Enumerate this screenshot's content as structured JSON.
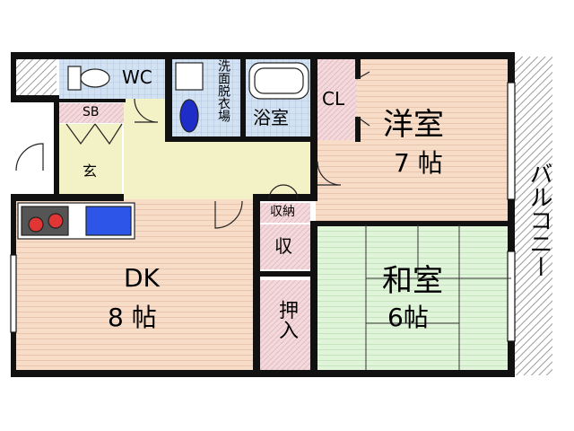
{
  "floorplan": {
    "colors": {
      "wall": "#111111",
      "western_room": "#f7dcc8",
      "japanese_room": "#dff4d8",
      "dk": "#f7dcc8",
      "entry": "#f3f1c6",
      "wet_area": "#d3e2f3",
      "storage": "#f3d9dc",
      "balcony": "#cfcfcf"
    },
    "rooms": {
      "wc": {
        "label": "WC"
      },
      "washroom": {
        "label": "洗面脱衣場"
      },
      "bath": {
        "label": "浴室"
      },
      "closet": {
        "label": "CL"
      },
      "western": {
        "name": "洋室",
        "size": "7 帖"
      },
      "balcony": {
        "label": "バルコニー"
      },
      "shoebox": {
        "label": "SB"
      },
      "entrance": {
        "label": "玄"
      },
      "storage_small": {
        "label": "収納"
      },
      "storage_mid": {
        "label": "収"
      },
      "oshiire": {
        "label": "押入"
      },
      "dk": {
        "name": "DK",
        "size": "8 帖"
      },
      "japanese": {
        "name": "和室",
        "size": "6帖"
      }
    }
  }
}
